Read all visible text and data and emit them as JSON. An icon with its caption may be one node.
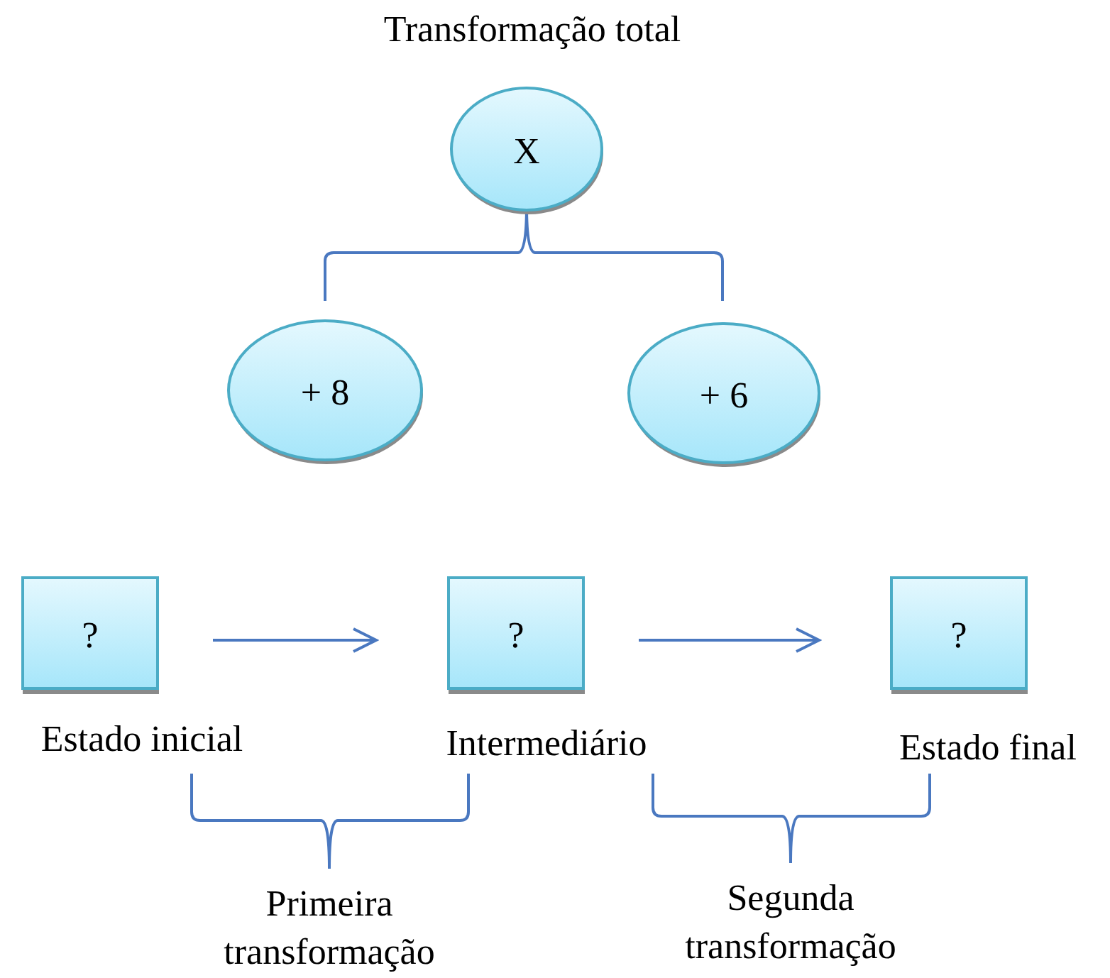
{
  "diagram": {
    "title": "Transformação total",
    "nodes": [
      {
        "text": [
          "X"
        ]
      },
      {
        "text": [
          "+ 8"
        ]
      },
      {
        "text": [
          "+ 6"
        ]
      },
      {
        "text": [
          "?"
        ],
        "beside": [
          "Estado inicial"
        ]
      },
      {
        "text": [
          "?"
        ],
        "beside": [
          "Intermediário"
        ]
      },
      {
        "text": [
          "?"
        ],
        "beside": [
          "Estado final"
        ]
      }
    ],
    "edges": [
      {
        "from": 3,
        "to": 4,
        "arrow": "to"
      },
      {
        "from": 4,
        "to": 5,
        "arrow": "to"
      }
    ],
    "labels": [
      "Primeira transformação",
      "Segunda transformação"
    ]
  }
}
